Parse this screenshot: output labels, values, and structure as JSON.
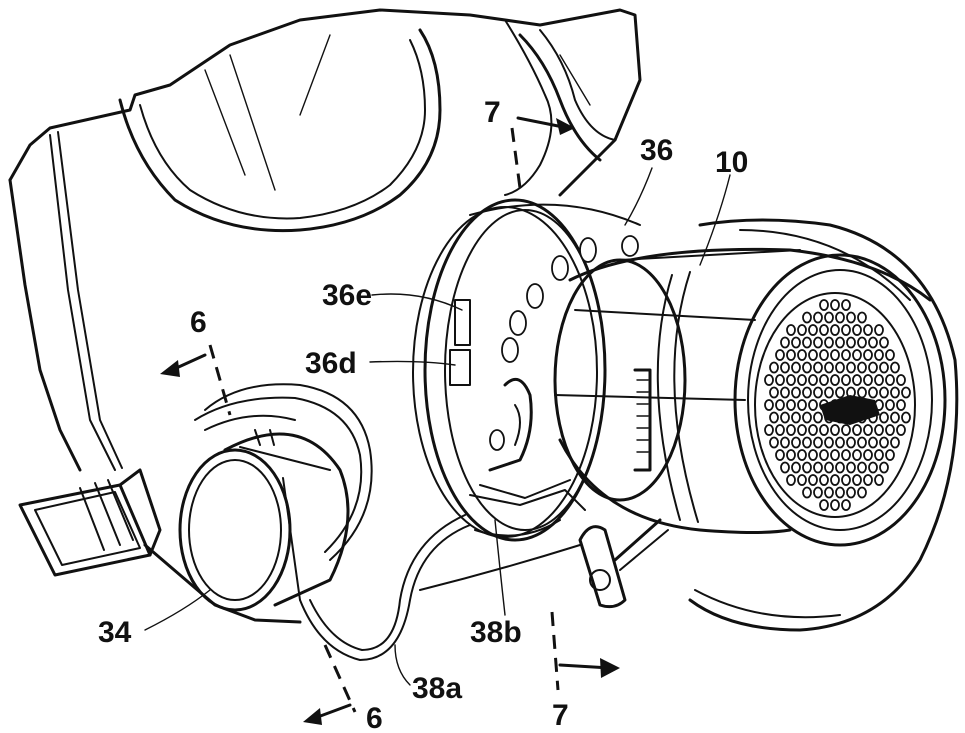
{
  "labels": {
    "section_7_top": "7",
    "ref_36": "36",
    "ref_10": "10",
    "ref_36e": "36e",
    "ref_36d": "36d",
    "section_6_left": "6",
    "ref_34": "34",
    "ref_38b": "38b",
    "ref_38a": "38a",
    "section_6_bottom": "6",
    "section_7_bottom": "7"
  }
}
